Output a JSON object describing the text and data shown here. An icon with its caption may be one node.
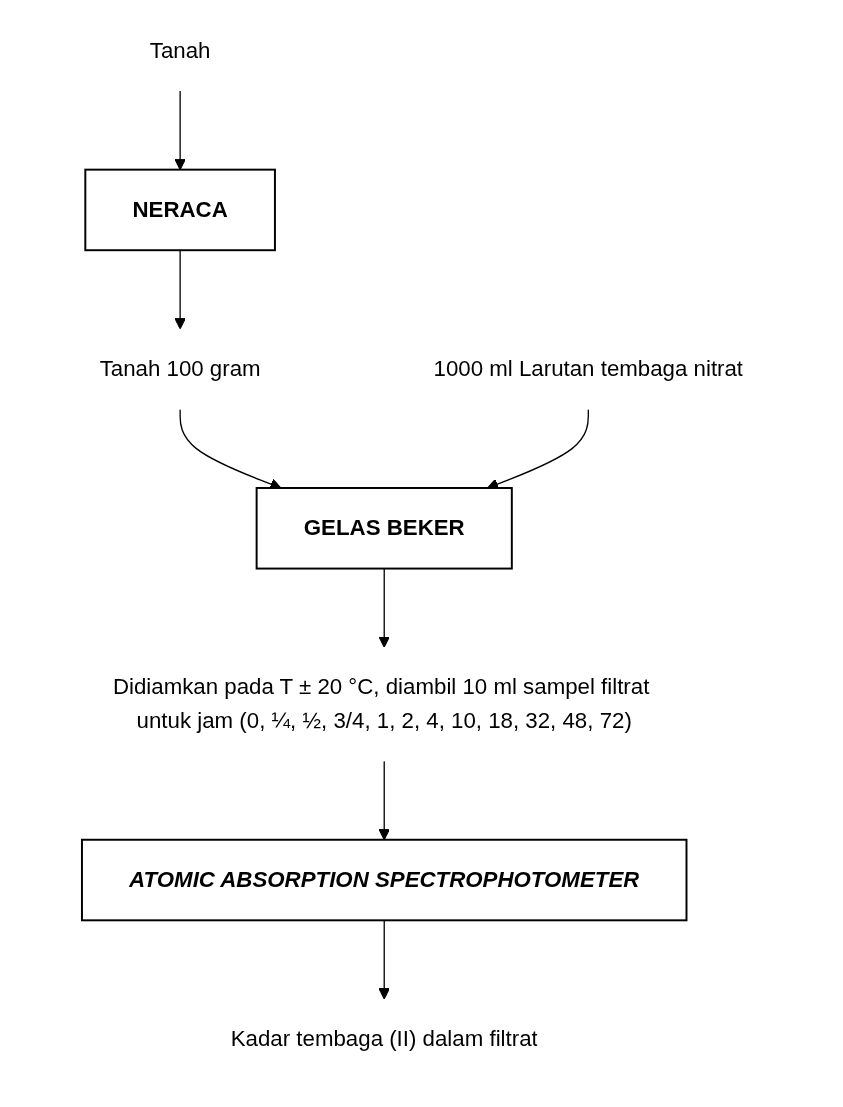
{
  "diagram": {
    "nodes": [
      {
        "text": [
          "Tanah"
        ]
      },
      {
        "text": [
          "NERACA"
        ]
      },
      {
        "text": [
          "Tanah 100 gram"
        ]
      },
      {
        "text": [
          "1000 ml Larutan tembaga nitrat"
        ]
      },
      {
        "text": [
          "GELAS BEKER"
        ]
      },
      {
        "text": [
          "Didiamkan pada T ± 20 °C, diambil 10 ml sampel filtrat untuk jam (0, ¼, ½, 3/4, 1, 2, 4, 10, 18, 32, 48, 72)"
        ]
      },
      {
        "text": [
          "ATOMIC ABSORPTION SPECTROPHOTOMETER"
        ]
      },
      {
        "text": [
          "Kadar tembaga (II) dalam filtrat"
        ]
      }
    ],
    "edges": [
      {
        "from": 0,
        "to": 1,
        "arrow": "to"
      },
      {
        "from": 1,
        "to": 2,
        "arrow": "to"
      },
      {
        "from": 2,
        "to": 4,
        "arrow": "to"
      },
      {
        "from": 3,
        "to": 4,
        "arrow": "to"
      },
      {
        "from": 4,
        "to": 5,
        "arrow": "to"
      },
      {
        "from": 5,
        "to": 6,
        "arrow": "to"
      },
      {
        "from": 6,
        "to": 7,
        "arrow": "to"
      }
    ]
  }
}
